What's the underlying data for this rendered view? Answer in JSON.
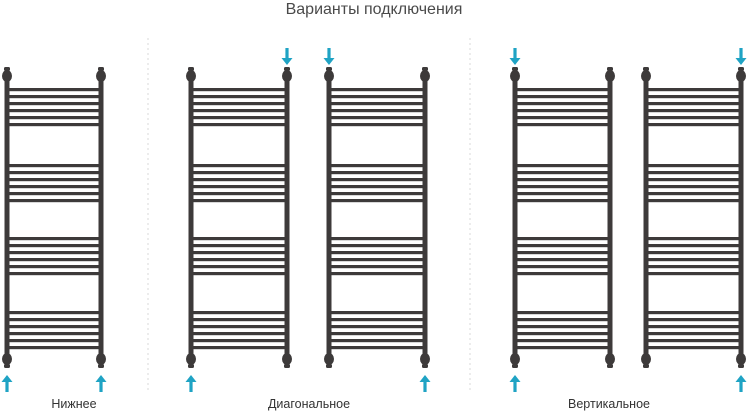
{
  "title": "Варианты подключения",
  "captions": {
    "bottom": "Нижнее",
    "diagonal": "Диагональное",
    "vertical": "Вертикальное"
  },
  "colors": {
    "rail": "#3d3a3a",
    "arrow": "#1fa3c4",
    "divider": "#d9d9d9"
  },
  "connections": [
    {
      "group": "bottom",
      "inlet": "bottom-left",
      "outlet": "bottom-right"
    },
    {
      "group": "diagonal",
      "inlet": "top-right",
      "outlet": "bottom-left"
    },
    {
      "group": "diagonal",
      "inlet": "top-left",
      "outlet": "bottom-right"
    },
    {
      "group": "vertical",
      "inlet": "top-left",
      "outlet": "bottom-left"
    },
    {
      "group": "vertical",
      "inlet": "top-right",
      "outlet": "bottom-right"
    }
  ]
}
